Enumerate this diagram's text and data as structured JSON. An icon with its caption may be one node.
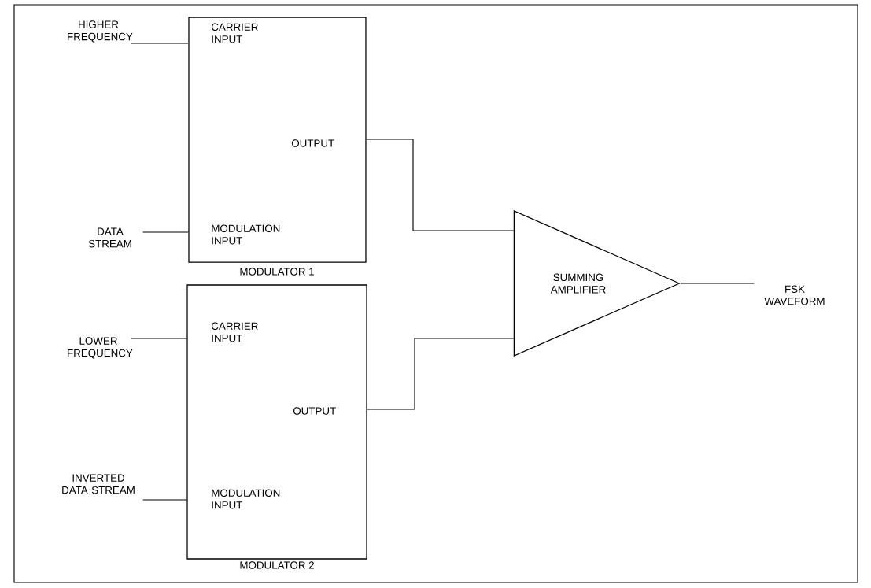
{
  "diagram": {
    "nodes": [
      {
        "text": [
          "HIGHER FREQUENCY"
        ]
      },
      {
        "text": [
          "DATA STREAM"
        ]
      },
      {
        "text": [
          "CARRIER INPUT",
          "OUTPUT",
          "MODULATION INPUT"
        ],
        "beside": [
          "MODULATOR 1"
        ]
      },
      {
        "text": [
          "LOWER FREQUENCY"
        ]
      },
      {
        "text": [
          "INVERTED DATA STREAM"
        ]
      },
      {
        "text": [
          "CARRIER INPUT",
          "OUTPUT",
          "MODULATION INPUT"
        ],
        "beside": [
          "MODULATOR 2"
        ]
      },
      {
        "text": [
          "SUMMING AMPLIFIER"
        ]
      },
      {
        "text": [
          "FSK WAVEFORM"
        ]
      }
    ],
    "edges": [
      {
        "from": 0,
        "to": 2,
        "arrow": "none"
      },
      {
        "from": 1,
        "to": 2,
        "arrow": "none"
      },
      {
        "from": 3,
        "to": 5,
        "arrow": "none"
      },
      {
        "from": 4,
        "to": 5,
        "arrow": "none"
      },
      {
        "from": 2,
        "to": 6,
        "arrow": "none"
      },
      {
        "from": 5,
        "to": 6,
        "arrow": "none"
      },
      {
        "from": 6,
        "to": 7,
        "arrow": "none"
      }
    ]
  }
}
